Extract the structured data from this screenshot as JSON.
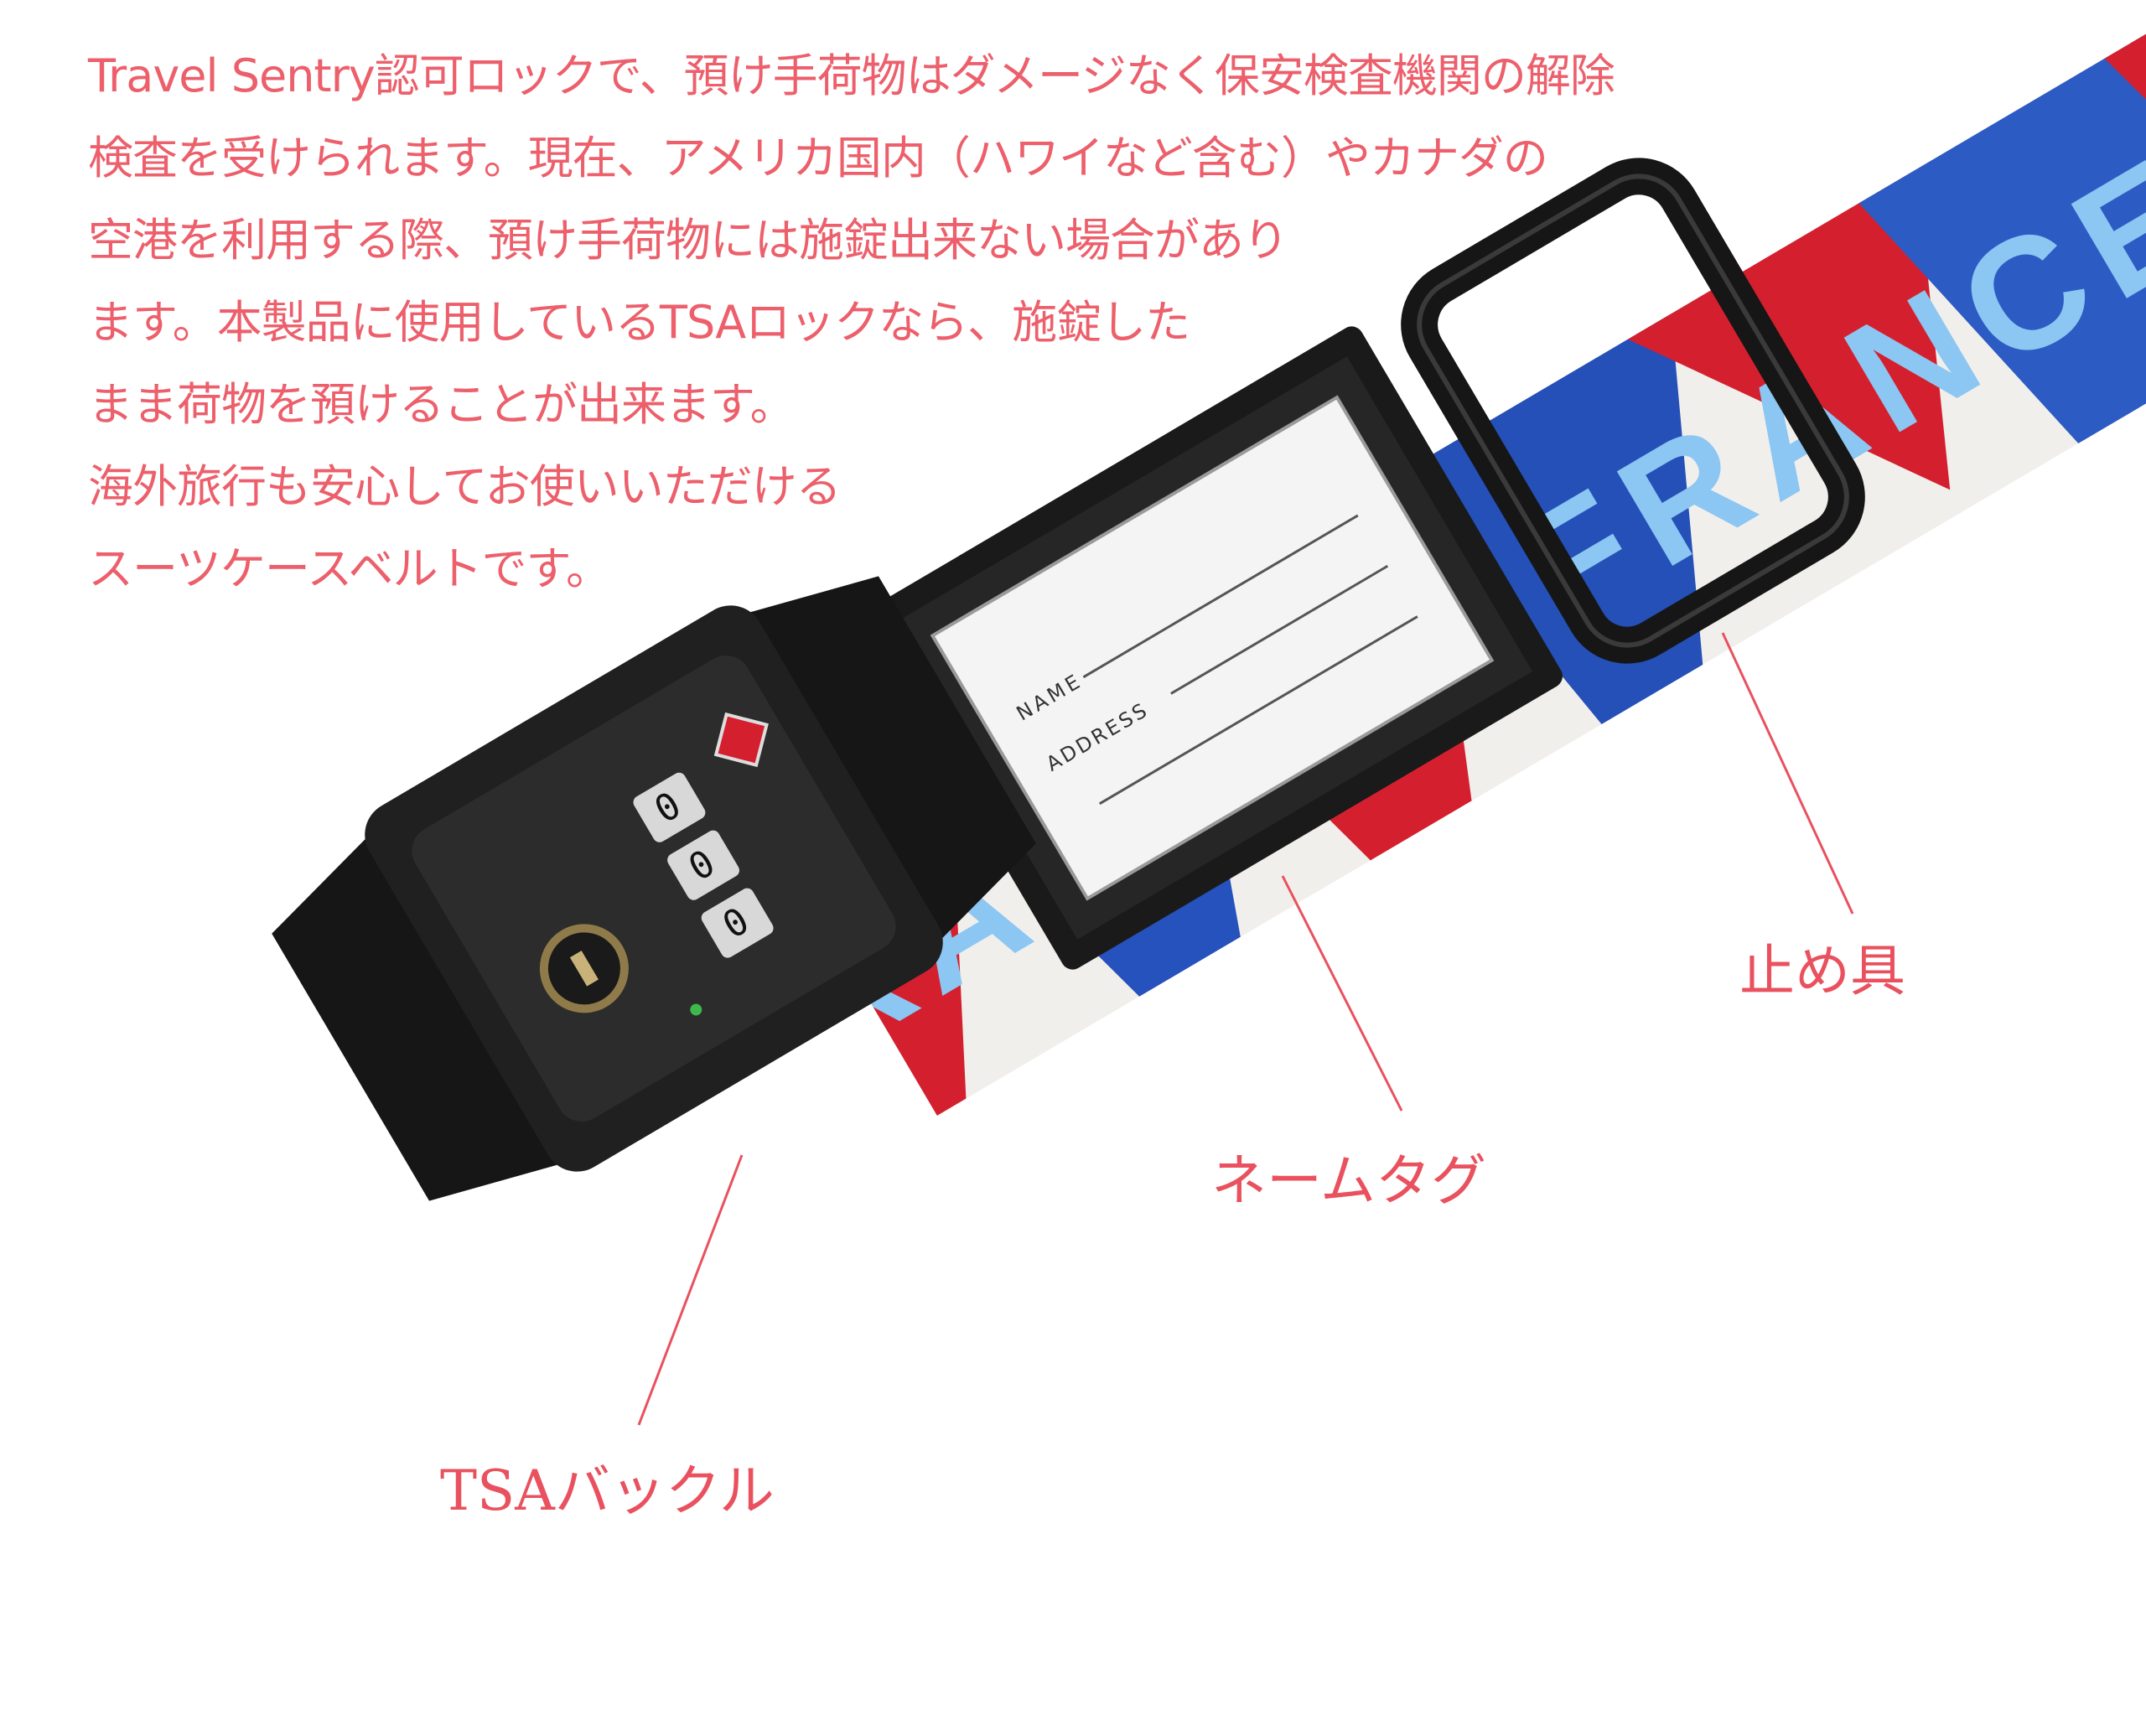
{
  "description": {
    "lines": [
      "Travel Sentry認可ロックで、預け手荷物はダメージなく保安検査機関の解除",
      "検査を受けられます。現在、アメリカ国内（ハワイなど含む）やカナダの",
      "空港を利用する際、預け手荷物には施錠出来ない場合があり",
      "ます。本製品に使用しているTSAロックなら、施錠した",
      "まま荷物を預けることが出来ます。",
      "海外旅行も安心してお使いいただける",
      "スーツケースベルトです。"
    ]
  },
  "callouts": {
    "stopper": "止め具",
    "name_tag": "ネームタグ",
    "buckle": "TSAバックル"
  },
  "product": {
    "belt_print": "FRANCE",
    "tag_field_name": "NAME",
    "tag_field_address": "ADDRESS",
    "lock_digit": "0"
  },
  "colors": {
    "text_accent": "#ec5f6b",
    "belt_red": "#d4202e",
    "belt_blue": "#2450b8",
    "belt_print": "#8cc6f2",
    "plastic": "#1c1c1c"
  }
}
